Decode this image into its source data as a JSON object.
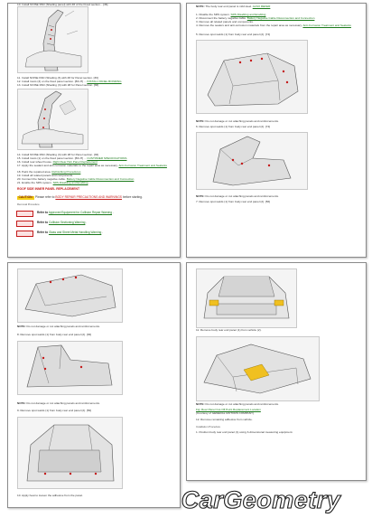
{
  "watermark": {
    "brand": "CarGeometry"
  },
  "page1": {
    "step10": "10. Install NOISE PAD (Shading panel) with ## of the Fixed section... [36]",
    "step11": "11. Install NOISE PAD (Shading (3) with ## for Panel section. [36]",
    "step12": "12. Install rivets (3) on the fixed panel section. [BC-H] ...",
    "step12_link": "INSTALL PANEL BONDING",
    "step13": "13. Install NOISE PAD (Shading (3) with ## for Panel section. [36]",
    "step14": "14. Install NOISE PAD (Shading (3) with ## for Panel section. [36]",
    "step15": "15. Install rivets (1) on the fixed panel section. [BC-H] ...",
    "step15_link": "CUSTOMER SPECIFICATIONS",
    "step16": "16. Install rear wheel house.",
    "step16_link": "Right Rear Hub Panel Replacement",
    "step17": "17. Apply the sealant and anti corrosion materials to the repair area as necessary.",
    "step17_link": "Anti-Corrosion Treatment and Sealants",
    "step18": "18. Paint the repaired area.",
    "step18_link": "Refinishing Procedures",
    "step19": "19. Install all related panels and components.",
    "step20": "20. Connect the battery negative cable.",
    "step20_link": "Battery Negative Cable Disconnection and Connection",
    "step21": "21. Enable the SRS system.",
    "step21_link": "SRS Disabling and Enabling",
    "heading": "ROOF SIDE INNER PANEL REPLACEMENT",
    "caution_label": "CAUTION:",
    "caution_text": "Please refer to",
    "caution_link": "BODY REPAIR PRECAUTIONS AND WARNINGS",
    "caution_tail": "before starting.",
    "removal": "Removal Procedure",
    "refs": [
      {
        "pre": "Refer to",
        "link": "Approved Equipment for Collision Repair Warning"
      },
      {
        "pre": "Refer to",
        "link": "Collision Sectioning Warning"
      },
      {
        "pre": "Refer to",
        "link": "Glass and Sheet Metal Handling Warning"
      }
    ]
  },
  "page2": {
    "note_label": "NOTE:",
    "note1": "The body rear end panel is mild steel.",
    "note1_link": "ALSO REFER",
    "step1": "1. Disable the SRS system.",
    "step1_link": "SRS Disabling and Enabling",
    "step2": "2. Disconnect the battery negative cable.",
    "step2_link": "Battery Negative Cable Disconnection and Connection",
    "step3": "3. Remove all related panels and components.",
    "step4": "4. Remove the sealers and anti-corrosion materials from the repair area as necessary.",
    "step4_link": "Anti-Corrosion Treatment and Sealants",
    "step5": "5. Remove spot welds (1) from body rear end panel (2). [74]",
    "note2": "Do not damage or cut attaching panels and reinforcements.",
    "step6": "6. Remove spot welds (1) from body rear end panel (2). [74]",
    "note3": "Do not damage or cut attaching panels and reinforcements.",
    "step7": "7. Remove spot welds (1) from body rear end panel (2). [56]"
  },
  "page3": {
    "note_label": "NOTE:",
    "note1": "Do not damage or cut attaching panels and reinforcements.",
    "step8": "8. Remove spot welds (1) from body rear end panel (2). [36]",
    "note2": "Do not damage or cut attaching panels and reinforcements.",
    "step9": "9. Remove spot welds (1) from body rear end panel (2). [56]",
    "step10": "10. Apply heat to loosen the adhesive from the panel."
  },
  "page4": {
    "step11": "11. Remove body rear end panel (1) from vehicle (2).",
    "note_label": "NOTE:",
    "note1": "Do not damage or cut attaching panels and reinforcements.",
    "fig_link": "Fig: Rear Panel Cut-Off Point Replacement Location",
    "fig_caption": "(Courtesy of GENERAL MOTORS COMPANY)",
    "step12": "12. Remove remaining adhesive from vehicle.",
    "install": "Installation Procedure",
    "step1": "1. Position body rear end panel (1) using 3-dimensional measuring equipment."
  }
}
